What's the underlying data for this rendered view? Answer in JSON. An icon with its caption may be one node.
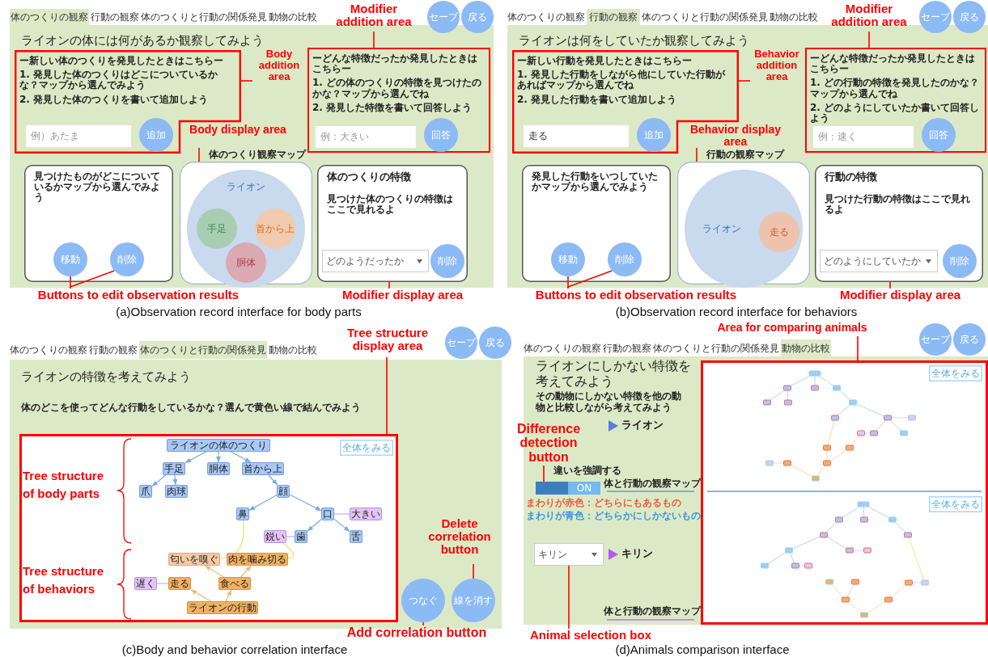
{
  "diagram": {
    "nodes": [
      {
        "text": [
          "体のつくりの観察"
        ]
      },
      {
        "text": [
          "セーブ"
        ]
      },
      {
        "text": [
          "戻る"
        ]
      },
      {
        "text": [
          "ライオンの体には何があるか観察してみよう"
        ]
      },
      {
        "text": [
          "ー新しい体のつくりを発見したときはこちらー",
          "1. 発見した体のつくりはどこについているかな？マップから選んでみよう",
          "2. 発見した体のつくりを書いて追加しよう"
        ],
        "in": 3
      },
      {
        "text": [
          "例）あたま"
        ],
        "in": 4
      },
      {
        "text": [
          "追加"
        ],
        "in": 4
      },
      {
        "text": [
          "ーどんな特徴だったか発見したときはこちらー",
          "1. どの体のつくりの特徴を見つけたのかな？マップから選んでね",
          "2. 発見した特徴を書いて回答しよう"
        ],
        "in": 3
      },
      {
        "text": [
          "例：大きい"
        ],
        "in": 7
      },
      {
        "text": [
          "回答"
        ],
        "in": 7
      },
      {
        "text": [
          "見つけたものがどこについているかマップから選んでみよう"
        ],
        "in": 3
      },
      {
        "text": [
          "移動"
        ],
        "in": 10
      },
      {
        "text": [
          "削除"
        ],
        "in": 10
      },
      {
        "text": [
          "体のつくり観察マップ"
        ],
        "in": 3
      },
      {
        "text": [
          "ライオン"
        ],
        "in": 13
      },
      {
        "text": [
          "手足"
        ],
        "in": 14
      },
      {
        "text": [
          "首から上"
        ],
        "in": 14
      },
      {
        "text": [
          "胴体"
        ],
        "in": 14
      },
      {
        "text": [
          "体のつくりの特徴",
          "見つけた体のつくりの特徴はここで見れるよ"
        ],
        "in": 3
      },
      {
        "text": [
          "どのようだったか"
        ],
        "in": 18
      },
      {
        "text": [
          "削除"
        ],
        "in": 18
      },
      {
        "text": [
          "Modifier addition area"
        ]
      },
      {
        "text": [
          "Body addition area"
        ],
        "in": 3
      },
      {
        "text": [
          "Body display area"
        ],
        "in": 3
      },
      {
        "text": [
          "Buttons to edit observation results"
        ]
      },
      {
        "text": [
          "Modifier display area"
        ]
      },
      {
        "text": [
          "行動の観察"
        ]
      },
      {
        "text": [
          "セーブ"
        ]
      },
      {
        "text": [
          "戻る"
        ]
      },
      {
        "text": [
          "ライオンは何をしていたか観察してみよう"
        ]
      },
      {
        "text": [
          "ー新しい行動を発見したときはこちらー",
          "1. 発見した行動をしながら他にしていた行動があればマップから選んでね",
          "2. 発見した行動を書いて追加しよう"
        ],
        "in": 29
      },
      {
        "text": [
          "走る"
        ],
        "in": 30
      },
      {
        "text": [
          "追加"
        ],
        "in": 30
      },
      {
        "text": [
          "ーどんな特徴だったか発見したときはこちらー",
          "1. どの行動の特徴を発見したのかな？マップから選んでね",
          "2. どのようにしていたか書いて回答しよう"
        ],
        "in": 29
      },
      {
        "text": [
          "例：速く"
        ],
        "in": 33
      },
      {
        "text": [
          "回答"
        ],
        "in": 33
      },
      {
        "text": [
          "発見した行動をいつしていたかマップから選んでみよう"
        ],
        "in": 29
      },
      {
        "text": [
          "移動"
        ],
        "in": 36
      },
      {
        "text": [
          "削除"
        ],
        "in": 36
      },
      {
        "text": [
          "行動の観察マップ"
        ],
        "in": 29
      },
      {
        "text": [
          "ライオン"
        ],
        "in": 39
      },
      {
        "text": [
          "走る"
        ],
        "in": 40
      },
      {
        "text": [
          "行動の特徴",
          "見つけた行動の特徴はここで見れるよ"
        ],
        "in": 29
      },
      {
        "text": [
          "どのようにしていたか"
        ],
        "in": 42
      },
      {
        "text": [
          "削除"
        ],
        "in": 42
      },
      {
        "text": [
          "Modifier addition area"
        ]
      },
      {
        "text": [
          "Behavior addition area"
        ],
        "in": 29
      },
      {
        "text": [
          "Behavior display area"
        ],
        "in": 29
      },
      {
        "text": [
          "Buttons to edit observation results"
        ]
      },
      {
        "text": [
          "Modifier display area"
        ]
      },
      {
        "text": [
          "体のつくりと行動の関係発見"
        ]
      },
      {
        "text": [
          "セーブ"
        ]
      },
      {
        "text": [
          "戻る"
        ]
      },
      {
        "text": [
          "ライオンの特徴を考えてみよう",
          "体のどこを使ってどんな行動をしているかな？選んで黄色い線で結んでみよう"
        ]
      },
      {
        "text": [],
        "shape": "box",
        "in": 53
      },
      {
        "text": [
          "全体をみる"
        ],
        "in": 54
      },
      {
        "text": [
          "ライオンの体のつくり"
        ],
        "in": 54
      },
      {
        "text": [
          "手足"
        ],
        "in": 54
      },
      {
        "text": [
          "胴体"
        ],
        "in": 54
      },
      {
        "text": [
          "首から上"
        ],
        "in": 54
      },
      {
        "text": [
          "爪"
        ],
        "in": 54
      },
      {
        "text": [
          "肉球"
        ],
        "in": 54
      },
      {
        "text": [
          "顔"
        ],
        "in": 54
      },
      {
        "text": [
          "鼻"
        ],
        "in": 54
      },
      {
        "text": [
          "口"
        ],
        "in": 54
      },
      {
        "text": [
          "大きい"
        ],
        "in": 54
      },
      {
        "text": [
          "鋭い"
        ],
        "in": 54
      },
      {
        "text": [
          "歯"
        ],
        "in": 54
      },
      {
        "text": [
          "舌"
        ],
        "in": 54
      },
      {
        "text": [
          "匂いを嗅ぐ"
        ],
        "in": 54
      },
      {
        "text": [
          "肉を噛み切る"
        ],
        "in": 54
      },
      {
        "text": [
          "遅く"
        ],
        "in": 54
      },
      {
        "text": [
          "走る"
        ],
        "in": 54
      },
      {
        "text": [
          "食べる"
        ],
        "in": 54
      },
      {
        "text": [
          "ライオンの行動"
        ],
        "in": 54
      },
      {
        "text": [
          "つなぐ"
        ],
        "in": 53
      },
      {
        "text": [
          "線を消す"
        ],
        "in": 53
      },
      {
        "text": [
          "Tree structure display area"
        ]
      },
      {
        "text": [
          "Delete correlation button"
        ],
        "in": 53
      },
      {
        "text": [
          "Add correlation button"
        ]
      },
      {
        "text": [
          "動物の比較"
        ]
      },
      {
        "text": [
          "セーブ"
        ]
      },
      {
        "text": [
          "戻る"
        ]
      },
      {
        "text": [
          "ライオンにしかない特徴を考えてみよう",
          "その動物にしかない特徴を他の動物と比較しながら考えてみよう"
        ]
      },
      {
        "text": [
          "ON"
        ],
        "in": 83
      },
      {
        "text": [
          "キリン"
        ],
        "in": 83
      },
      {
        "text": [],
        "shape": "box",
        "in": 83
      },
      {
        "text": [
          "全体をみる"
        ],
        "in": 86
      },
      {
        "text": [
          "全体をみる"
        ],
        "in": 86
      },
      {
        "text": [
          "Area for comparing animals"
        ]
      },
      {
        "text": [
          "Difference detection button"
        ]
      },
      {
        "text": [
          "Animal selection box"
        ]
      }
    ],
    "edges": [
      {
        "from": 22,
        "to": 4,
        "arrow": "none"
      },
      {
        "from": 21,
        "to": 7,
        "arrow": "none"
      },
      {
        "from": 23,
        "to": 13,
        "arrow": "none"
      },
      {
        "from": 24,
        "to": 11,
        "arrow": "none"
      },
      {
        "from": 24,
        "to": 12,
        "arrow": "none"
      },
      {
        "from": 25,
        "to": 18,
        "arrow": "none"
      },
      {
        "from": 46,
        "to": 30,
        "arrow": "none"
      },
      {
        "from": 45,
        "to": 33,
        "arrow": "none"
      },
      {
        "from": 47,
        "to": 39,
        "arrow": "none"
      },
      {
        "from": 48,
        "to": 37,
        "arrow": "none"
      },
      {
        "from": 48,
        "to": 38,
        "arrow": "none"
      },
      {
        "from": 49,
        "to": 42,
        "arrow": "none"
      },
      {
        "from": 56,
        "to": 57,
        "arrow": "to",
        "color": "#7aa8e8"
      },
      {
        "from": 56,
        "to": 58,
        "arrow": "to",
        "color": "#7aa8e8"
      },
      {
        "from": 56,
        "to": 59,
        "arrow": "to",
        "color": "#7aa8e8"
      },
      {
        "from": 57,
        "to": 60,
        "arrow": "to",
        "color": "#7aa8e8"
      },
      {
        "from": 57,
        "to": 61,
        "arrow": "to",
        "color": "#7aa8e8"
      },
      {
        "from": 59,
        "to": 62,
        "arrow": "to",
        "color": "#7aa8e8"
      },
      {
        "from": 62,
        "to": 63,
        "arrow": "to",
        "color": "#7aa8e8"
      },
      {
        "from": 62,
        "to": 64,
        "arrow": "to",
        "color": "#7aa8e8"
      },
      {
        "from": 64,
        "to": 67,
        "arrow": "to",
        "color": "#7aa8e8"
      },
      {
        "from": 64,
        "to": 68,
        "arrow": "to",
        "color": "#7aa8e8"
      },
      {
        "from": 64,
        "to": 65,
        "arrow": "none",
        "color": "#d2a6ee"
      },
      {
        "from": 67,
        "to": 66,
        "arrow": "none",
        "color": "#d2a6ee"
      },
      {
        "from": 63,
        "to": 69,
        "arrow": "none",
        "color": "#f0dc6a"
      },
      {
        "from": 70,
        "to": 66,
        "arrow": "none",
        "color": "#f0dc6a"
      },
      {
        "from": 74,
        "to": 72,
        "arrow": "to",
        "color": "#f0b870"
      },
      {
        "from": 74,
        "to": 73,
        "arrow": "to",
        "color": "#f0b870"
      },
      {
        "from": 73,
        "to": 69,
        "arrow": "to",
        "color": "#f0b870"
      },
      {
        "from": 73,
        "to": 70,
        "arrow": "to",
        "color": "#f0b870"
      },
      {
        "from": 72,
        "to": 71,
        "arrow": "none",
        "color": "#d2a6ee"
      },
      {
        "from": 77,
        "to": 54,
        "arrow": "none"
      },
      {
        "from": 78,
        "to": 76,
        "arrow": "none"
      },
      {
        "from": 79,
        "to": 75,
        "arrow": "none"
      },
      {
        "from": 89,
        "to": 86,
        "arrow": "none"
      },
      {
        "from": 90,
        "to": 84,
        "arrow": "none"
      },
      {
        "from": 91,
        "to": 85,
        "arrow": "none"
      }
    ],
    "labels": [
      "行動の観察",
      "体のつくりと行動の関係発見",
      "動物の比較",
      "(a)Observation record interface for body parts",
      "体のつくりの観察",
      "体のつくりと行動の関係発見",
      "動物の比較",
      "(b)Observation record interface for behaviors",
      "体のつくりの観察",
      "行動の観察",
      "動物の比較",
      "Tree structure of body parts",
      "Tree structure of behaviors",
      "(c)Body and behavior correlation interface",
      "体のつくりの観察",
      "行動の観察",
      "体のつくりと行動の関係発見",
      "ライオン",
      "違いを強調する",
      "体と行動の観察マップ",
      "まわりが赤色：どちらにもあるもの",
      "まわりが青色：どちらかにしかないもの",
      "キリン",
      "体と行動の観察マップ",
      "(d)Animals comparison interface"
    ]
  }
}
